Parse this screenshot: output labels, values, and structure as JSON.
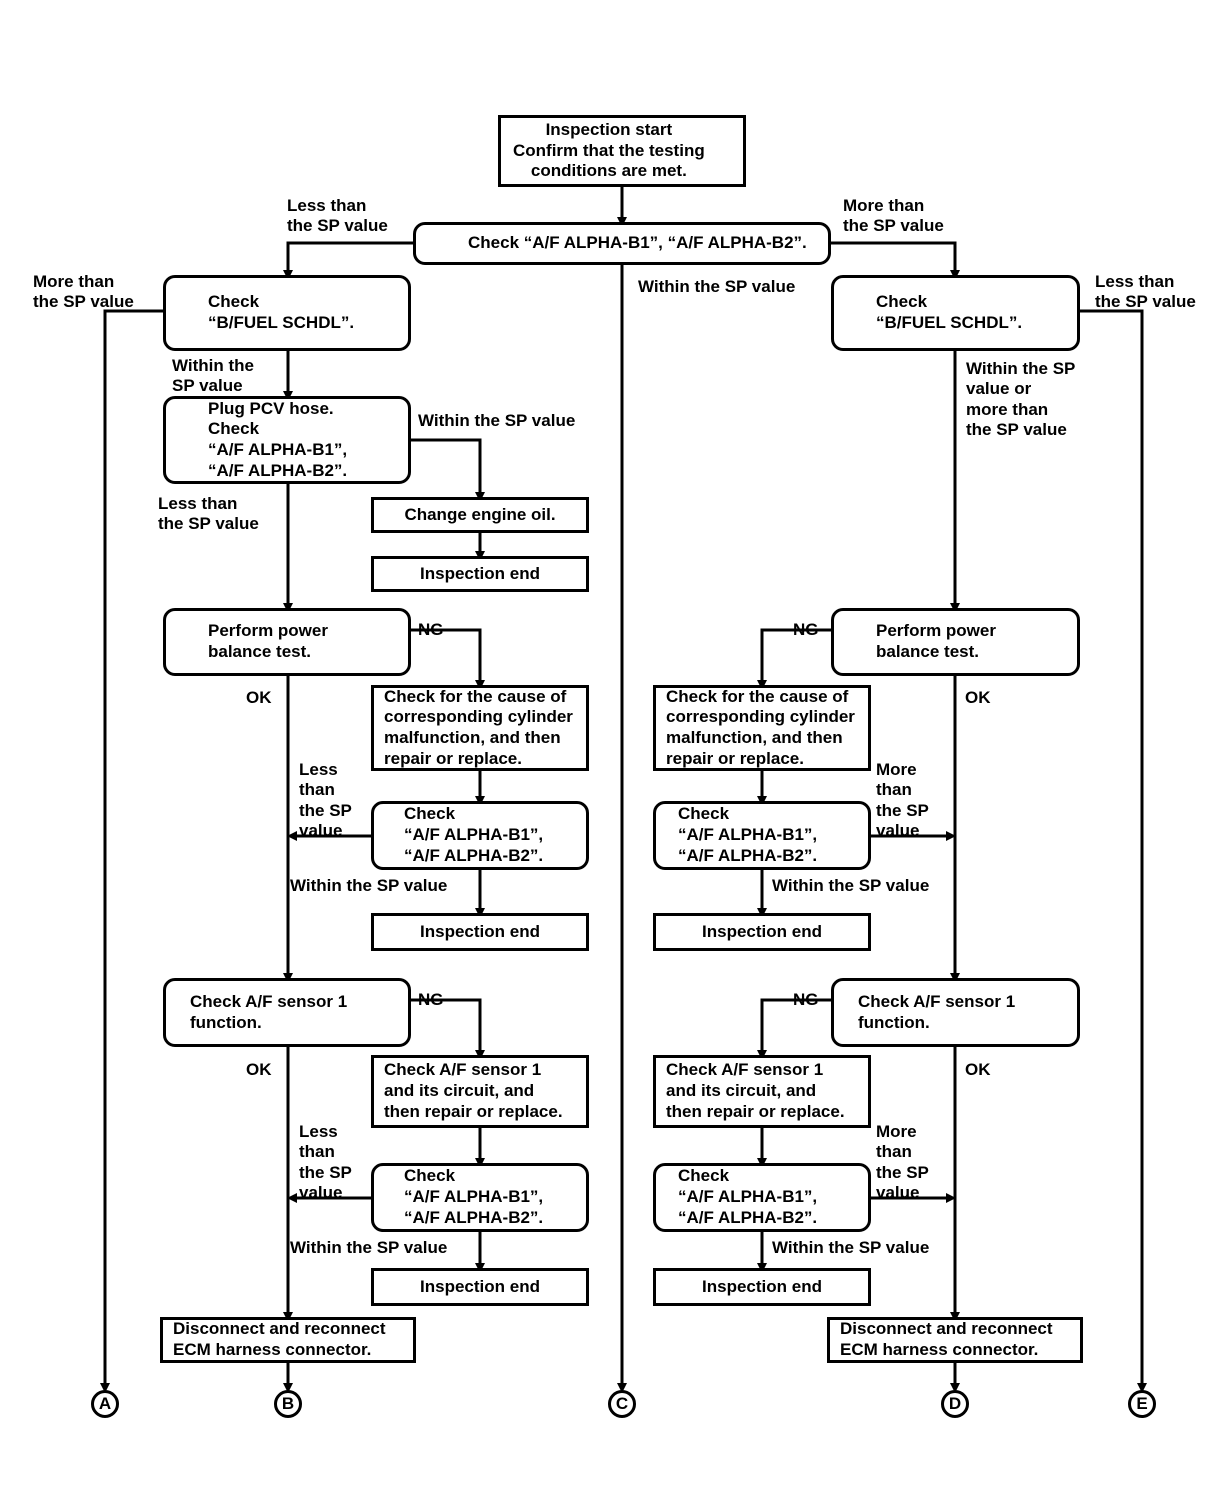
{
  "diagram": {
    "title": "A/F ALPHA diagnostic flow chart",
    "type": "flowchart",
    "line_color": "#000000",
    "box_fill": "#ffffff"
  },
  "nodes": [
    {
      "id": "start",
      "text": "Inspection start\nConfirm that the testing\nconditions are met."
    },
    {
      "id": "check_alpha_top",
      "text": "Check “A/F ALPHA-B1”, “A/F ALPHA-B2”."
    },
    {
      "id": "bfuel_left",
      "text": "Check\n“B/FUEL SCHDL”."
    },
    {
      "id": "bfuel_right",
      "text": "Check\n“B/FUEL SCHDL”."
    },
    {
      "id": "plug_pcv",
      "text": "Plug PCV hose.\nCheck\n“A/F ALPHA-B1”,\n“A/F ALPHA-B2”."
    },
    {
      "id": "change_oil",
      "text": "Change engine oil."
    },
    {
      "id": "end_oil",
      "text": "Inspection end"
    },
    {
      "id": "pbt_left",
      "text": "Perform power\nbalance test."
    },
    {
      "id": "pbt_right",
      "text": "Perform power\nbalance test."
    },
    {
      "id": "cyl_left",
      "text": "Check for the cause of\ncorresponding cylinder\nmalfunction, and then\nrepair or replace."
    },
    {
      "id": "cyl_right",
      "text": "Check for the cause of\ncorresponding cylinder\nmalfunction, and then\nrepair or replace."
    },
    {
      "id": "alpha_l1",
      "text": "Check\n“A/F ALPHA-B1”,\n“A/F ALPHA-B2”."
    },
    {
      "id": "alpha_r1",
      "text": "Check\n“A/F ALPHA-B1”,\n“A/F ALPHA-B2”."
    },
    {
      "id": "end_l1",
      "text": "Inspection end"
    },
    {
      "id": "end_r1",
      "text": "Inspection end"
    },
    {
      "id": "sensor_left",
      "text": "Check A/F sensor 1\nfunction."
    },
    {
      "id": "sensor_right",
      "text": "Check A/F sensor 1\nfunction."
    },
    {
      "id": "circ_left",
      "text": "Check A/F sensor 1\nand its circuit, and\nthen repair or replace."
    },
    {
      "id": "circ_right",
      "text": "Check A/F sensor 1\nand its circuit, and\nthen repair or replace."
    },
    {
      "id": "alpha_l2",
      "text": "Check\n“A/F ALPHA-B1”,\n“A/F ALPHA-B2”."
    },
    {
      "id": "alpha_r2",
      "text": "Check\n“A/F ALPHA-B1”,\n“A/F ALPHA-B2”."
    },
    {
      "id": "end_l2",
      "text": "Inspection end"
    },
    {
      "id": "end_r2",
      "text": "Inspection end"
    },
    {
      "id": "ecm_left",
      "text": "Disconnect and reconnect\nECM harness connector."
    },
    {
      "id": "ecm_right",
      "text": "Disconnect and reconnect\nECM harness connector."
    }
  ],
  "edge_labels": [
    {
      "id": "l_less_top",
      "text": "Less than\nthe SP value"
    },
    {
      "id": "l_more_top",
      "text": "More than\nthe SP value"
    },
    {
      "id": "l_more_far_left",
      "text": "More than\nthe SP value"
    },
    {
      "id": "l_within_mid",
      "text": "Within the SP value"
    },
    {
      "id": "l_less_far_right",
      "text": "Less than\nthe SP value"
    },
    {
      "id": "l_within_left",
      "text": "Within the\nSP value"
    },
    {
      "id": "l_within_right",
      "text": "Within the SP\nvalue or\nmore than\nthe SP value"
    },
    {
      "id": "l_within_pcv",
      "text": "Within the SP value"
    },
    {
      "id": "l_less_pcv",
      "text": "Less than\nthe SP value"
    },
    {
      "id": "l_ng_1",
      "text": "NG"
    },
    {
      "id": "l_ng_2",
      "text": "NG"
    },
    {
      "id": "l_ok_1",
      "text": "OK"
    },
    {
      "id": "l_ok_2",
      "text": "OK"
    },
    {
      "id": "l_less_narrow_1",
      "text": "Less\nthan\nthe SP\nvalue"
    },
    {
      "id": "l_more_narrow_1",
      "text": "More\nthan\nthe SP\nvalue"
    },
    {
      "id": "l_within_l1",
      "text": "Within the SP value"
    },
    {
      "id": "l_within_r1",
      "text": "Within the SP value"
    },
    {
      "id": "l_ng_3",
      "text": "NG"
    },
    {
      "id": "l_ng_4",
      "text": "NG"
    },
    {
      "id": "l_ok_3",
      "text": "OK"
    },
    {
      "id": "l_ok_4",
      "text": "OK"
    },
    {
      "id": "l_less_narrow_2",
      "text": "Less\nthan\nthe SP\nvalue"
    },
    {
      "id": "l_more_narrow_2",
      "text": "More\nthan\nthe SP\nvalue"
    },
    {
      "id": "l_within_l2",
      "text": "Within the SP value"
    },
    {
      "id": "l_within_r2",
      "text": "Within the SP value"
    }
  ],
  "terminals": [
    {
      "id": "term_a",
      "text": "A"
    },
    {
      "id": "term_b",
      "text": "B"
    },
    {
      "id": "term_c",
      "text": "C"
    },
    {
      "id": "term_d",
      "text": "D"
    },
    {
      "id": "term_e",
      "text": "E"
    }
  ]
}
